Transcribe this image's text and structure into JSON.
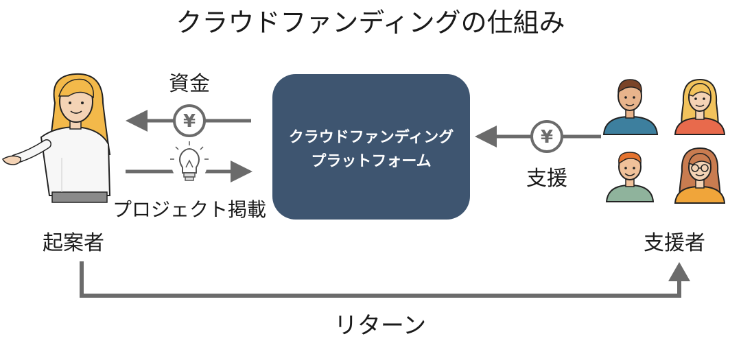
{
  "title": "クラウドファンディングの仕組み",
  "platform": {
    "line1": "クラウドファンディング",
    "line2": "プラットフォーム",
    "color": "#3e5570"
  },
  "left_labels": {
    "funds": "資金",
    "project": "プロジェクト掲載",
    "originator": "起案者"
  },
  "right_labels": {
    "support": "支援",
    "supporters": "支援者"
  },
  "return_label": "リターン",
  "yen_symbol": "¥",
  "arrow_color": "#6b6b6b",
  "icons": {
    "originator": "woman-pointing-icon",
    "supporters": [
      "man-blue-shirt-icon",
      "woman-red-shirt-icon",
      "boy-green-shirt-icon",
      "woman-glasses-icon"
    ],
    "coin": "yen-coin-icon",
    "idea": "lightbulb-icon"
  }
}
